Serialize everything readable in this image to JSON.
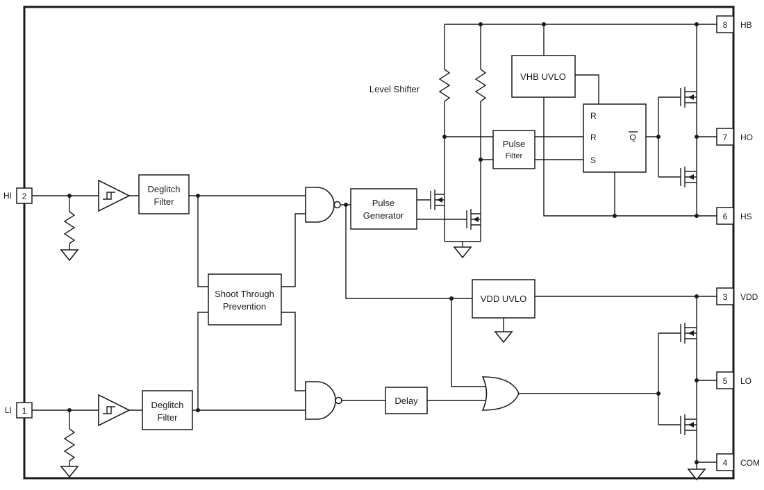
{
  "pins": {
    "left": [
      {
        "number": "2",
        "label": "HI"
      },
      {
        "number": "1",
        "label": "LI"
      }
    ],
    "right": [
      {
        "number": "8",
        "label": "HB"
      },
      {
        "number": "7",
        "label": "HO"
      },
      {
        "number": "6",
        "label": "HS"
      },
      {
        "number": "3",
        "label": "VDD"
      },
      {
        "number": "5",
        "label": "LO"
      },
      {
        "number": "4",
        "label": "COM"
      }
    ]
  },
  "blocks": {
    "deglitch_top": {
      "line1": "Deglitch",
      "line2": "Filter"
    },
    "deglitch_bottom": {
      "line1": "Deglitch",
      "line2": "Filter"
    },
    "shoot_through": {
      "line1": "Shoot Through",
      "line2": "Prevention"
    },
    "pulse_generator": {
      "line1": "Pulse",
      "line2": "Generator"
    },
    "pulse_filter": {
      "line1": "Pulse",
      "line2": "Filter"
    },
    "vhb_uvlo": "VHB UVLO",
    "vdd_uvlo": "VDD UVLO",
    "delay": "Delay",
    "level_shifter": "Level Shifter",
    "latch": {
      "r_top": "R",
      "r_mid": "R",
      "s": "S",
      "q": "Q"
    }
  },
  "colors": {
    "line": "#1a1a1a",
    "background": "#ffffff"
  }
}
